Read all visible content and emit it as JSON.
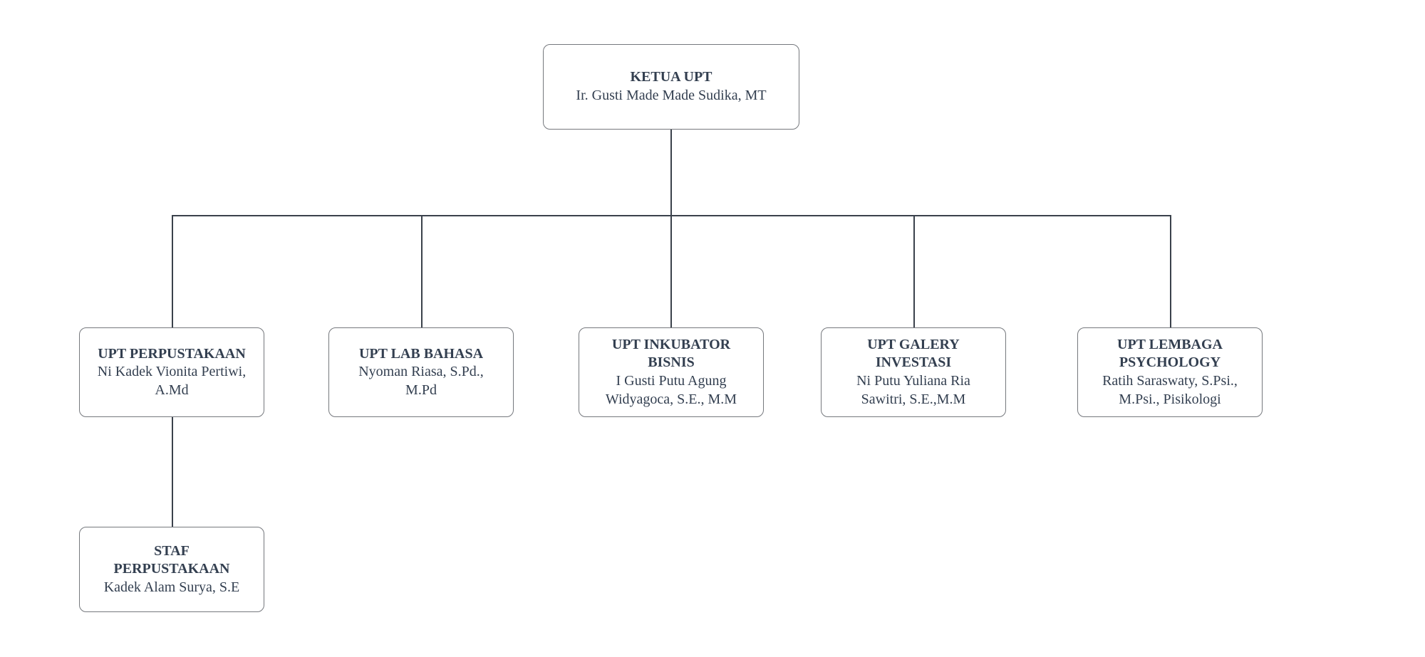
{
  "diagram": {
    "type": "org-chart",
    "nodes": {
      "ketua": {
        "title": "KETUA UPT",
        "name": "Ir. Gusti Made Made Sudika, MT"
      },
      "perpustakaan": {
        "title": "UPT PERPUSTAKAAN",
        "name": "Ni Kadek Vionita Pertiwi,\nA.Md"
      },
      "lab_bahasa": {
        "title": "UPT LAB BAHASA",
        "name": "Nyoman Riasa, S.Pd.,\nM.Pd"
      },
      "inkubator_bisnis": {
        "title": "UPT INKUBATOR\nBISNIS",
        "name": "I Gusti Putu Agung\nWidyagoca, S.E., M.M"
      },
      "galery_investasi": {
        "title": "UPT GALERY\nINVESTASI",
        "name": "Ni Putu Yuliana Ria\nSawitri, S.E.,M.M"
      },
      "lembaga_psychology": {
        "title": "UPT LEMBAGA\nPSYCHOLOGY",
        "name": "Ratih Saraswaty, S.Psi.,\nM.Psi., Pisikologi"
      },
      "staf_perpustakaan": {
        "title": "STAF\nPERPUSTAKAAN",
        "name": "Kadek Alam Surya, S.E"
      }
    },
    "edges": [
      {
        "from": "KETUA UPT",
        "to": "UPT PERPUSTAKAAN"
      },
      {
        "from": "KETUA UPT",
        "to": "UPT LAB BAHASA"
      },
      {
        "from": "KETUA UPT",
        "to": "UPT INKUBATOR BISNIS"
      },
      {
        "from": "KETUA UPT",
        "to": "UPT GALERY INVESTASI"
      },
      {
        "from": "KETUA UPT",
        "to": "UPT LEMBAGA PSYCHOLOGY"
      },
      {
        "from": "UPT PERPUSTAKAAN",
        "to": "STAF PERPUSTAKAAN"
      }
    ]
  },
  "colors": {
    "text": "#333F50",
    "node_border": "#75787d",
    "connector": "#3a414b",
    "background": "#ffffff"
  }
}
